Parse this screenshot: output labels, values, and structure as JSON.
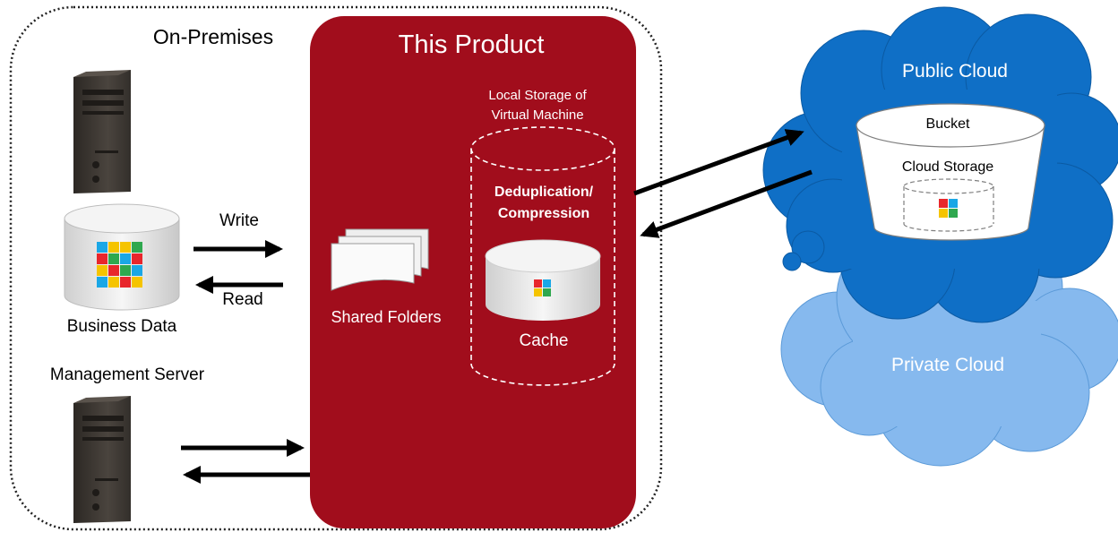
{
  "onprem": {
    "title": "On-Premises",
    "business_data": "Business Data",
    "write": "Write",
    "read": "Read",
    "management_server": "Management Server"
  },
  "product": {
    "title": "This Product",
    "local_storage_line1": "Local Storage of",
    "local_storage_line2": "Virtual Machine",
    "dedup_line1": "Deduplication/",
    "dedup_line2": "Compression",
    "cache": "Cache",
    "shared_folders": "Shared Folders"
  },
  "clouds": {
    "public": "Public Cloud",
    "bucket": "Bucket",
    "cloud_storage": "Cloud Storage",
    "private": "Private Cloud"
  },
  "colors": {
    "product_red": "#a10d1c",
    "public_cloud": "#0f6fc6",
    "private_cloud": "#86b9ee",
    "server_dark": "#3d3833",
    "tile_red": "#e8262c",
    "tile_green": "#2fa84f",
    "tile_blue": "#1aa7e6",
    "tile_yellow": "#f5c400"
  }
}
